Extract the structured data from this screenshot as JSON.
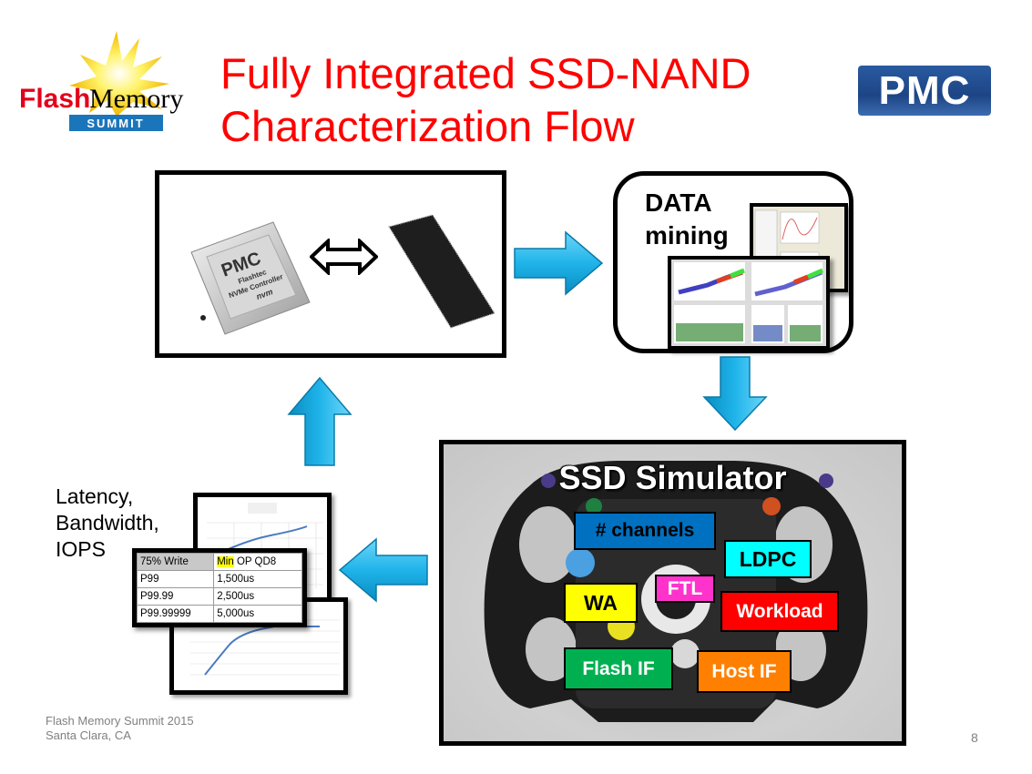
{
  "title": {
    "line1": "Fully Integrated SSD-NAND",
    "line2": "Characterization Flow"
  },
  "logos": {
    "left": {
      "word1": "Flash",
      "word2": "Memory",
      "word3": "SUMMIT"
    },
    "right": {
      "text": "PMC"
    }
  },
  "hardware": {
    "chip": {
      "brand": "PMC",
      "line1": "Flashtec",
      "line2": "NVMe Controller",
      "badge": "nvm"
    }
  },
  "data_mining": {
    "line1": "DATA",
    "line2": "mining"
  },
  "simulator": {
    "title": "SSD Simulator",
    "tags": [
      {
        "label": "# channels",
        "bg": "#0070c0",
        "fg": "#000000"
      },
      {
        "label": "LDPC",
        "bg": "#00ffff",
        "fg": "#000000"
      },
      {
        "label": "FTL",
        "bg": "#ff33cc",
        "fg": "#ffffff"
      },
      {
        "label": "WA",
        "bg": "#ffff00",
        "fg": "#000000"
      },
      {
        "label": "Workload",
        "bg": "#ff0000",
        "fg": "#ffffff"
      },
      {
        "label": "Flash IF",
        "bg": "#00b050",
        "fg": "#ffffff"
      },
      {
        "label": "Host IF",
        "bg": "#ff8000",
        "fg": "#ffffff"
      }
    ]
  },
  "results": {
    "label_lines": [
      "Latency,",
      "Bandwidth,",
      "IOPS"
    ],
    "table": {
      "header": [
        "75% Write",
        "Min",
        " OP QD8"
      ],
      "rows": [
        [
          "P99",
          "1,500us"
        ],
        [
          "P99.99",
          "2,500us"
        ],
        [
          "P99.99999",
          "5,000us"
        ]
      ]
    }
  },
  "colors": {
    "title": "#ff0000",
    "arrow": "#1fb4ea",
    "footer": "#808080"
  },
  "footer": {
    "line1": "Flash Memory Summit 2015",
    "line2": "Santa Clara, CA",
    "page": "8"
  }
}
